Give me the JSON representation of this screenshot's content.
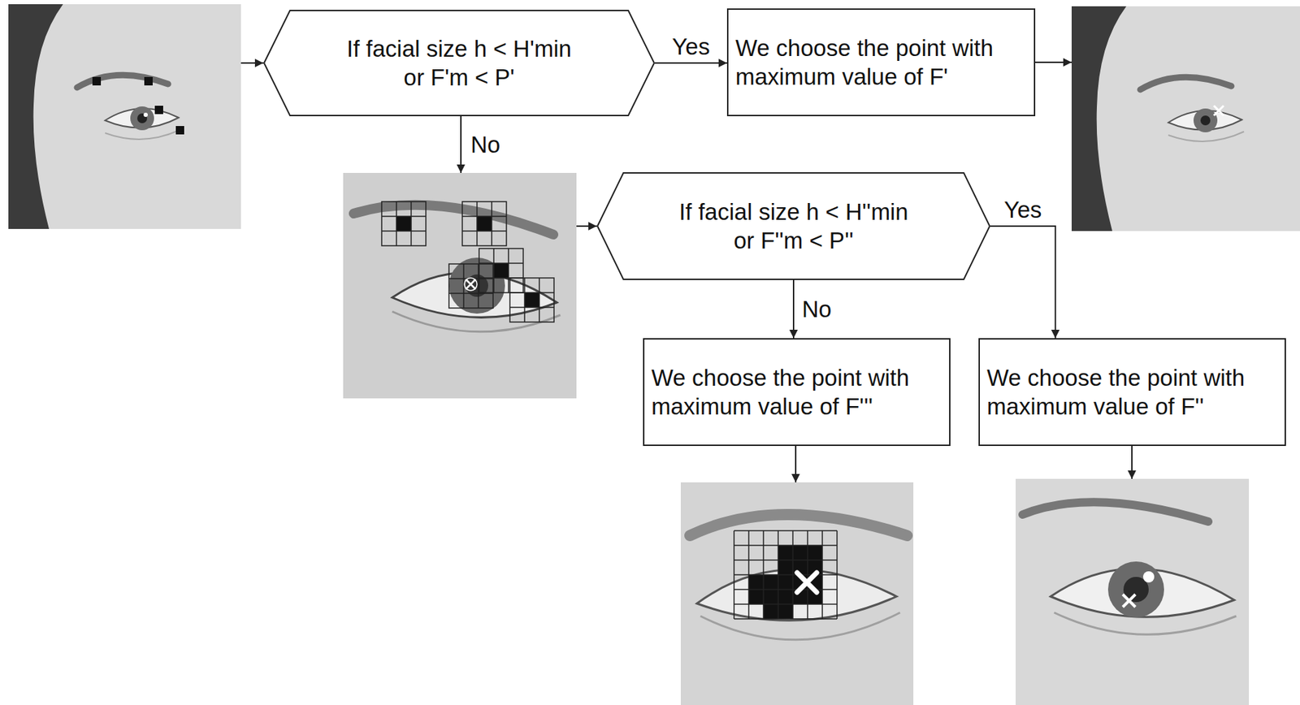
{
  "diagram": {
    "nodes": [
      {
        "text": [
          "If facial size h < H'min or F'm < P'"
        ]
      },
      {
        "text": [
          "We choose the point with maximum value of F'"
        ]
      },
      {
        "text": [
          "If facial size h < H''min or F''m < P''"
        ]
      },
      {
        "text": [
          "We choose the point with maximum value of F'''"
        ]
      },
      {
        "text": [
          "We choose the point with maximum value of F''"
        ]
      }
    ],
    "edges": [
      {
        "from": 0,
        "to": 1,
        "arrow": "to",
        "label": "Yes"
      },
      {
        "from": 2,
        "to": 3,
        "arrow": "to",
        "label": "No"
      },
      {
        "from": 2,
        "to": 4,
        "arrow": "to",
        "label": "Yes"
      }
    ],
    "labels": [
      "No"
    ]
  }
}
